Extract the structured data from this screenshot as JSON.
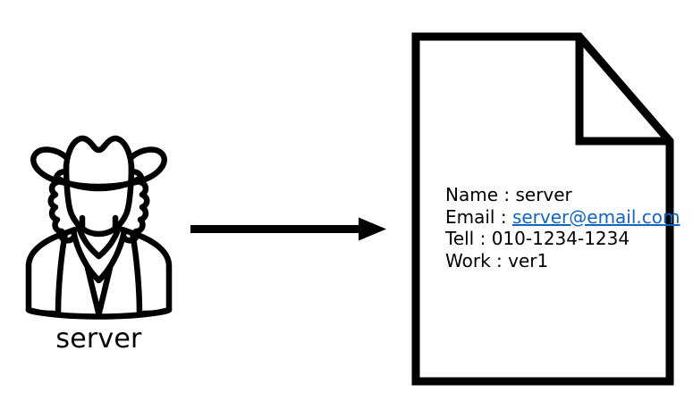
{
  "diagram": {
    "background_color": "#ffffff",
    "stroke_color": "#000000",
    "link_color": "#1365C0",
    "actor": {
      "icon_name": "cowboy-person-icon",
      "label": "server"
    },
    "connector": {
      "icon_name": "right-arrow-icon",
      "direction": "right",
      "label": ""
    },
    "document": {
      "icon_name": "document-folded-corner-icon",
      "fields": [
        {
          "key": "Name",
          "separator": " : ",
          "value": "server",
          "is_link": false
        },
        {
          "key": "Email",
          "separator": " : ",
          "value": "server@email.com",
          "is_link": true
        },
        {
          "key": "Tell",
          "separator": " : ",
          "value": "010-1234-1234",
          "is_link": false
        },
        {
          "key": "Work",
          "separator": " : ",
          "value": "ver1",
          "is_link": false
        }
      ],
      "lines": {
        "name_label": "Name : ",
        "name_value": "server",
        "email_label": "Email : ",
        "email_value": "server@email.com",
        "tell_label": "Tell : ",
        "tell_value": "010-1234-1234",
        "work_label": "Work : ",
        "work_value": "ver1"
      }
    }
  }
}
